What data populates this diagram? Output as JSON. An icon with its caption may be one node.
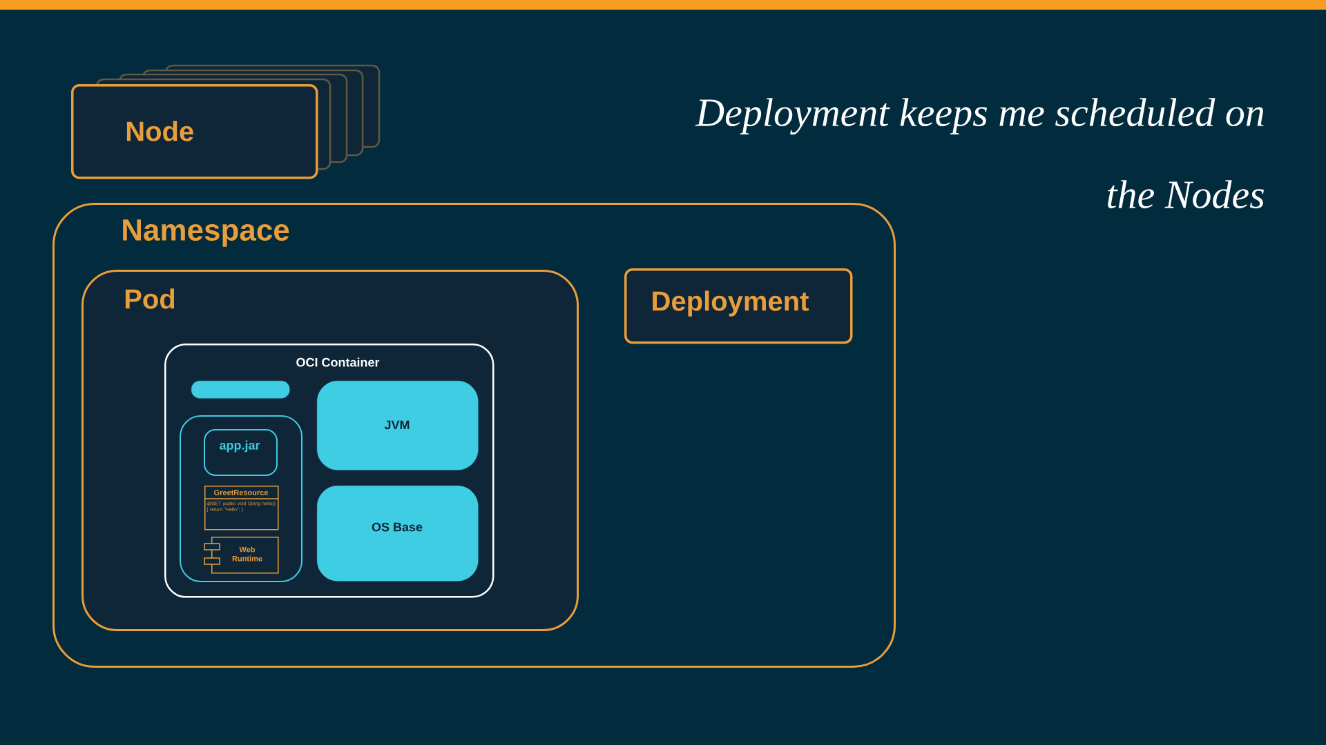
{
  "diagram": {
    "title": "Deployment keeps me scheduled on the Nodes",
    "nodes": [
      {
        "text": [
          "Node"
        ]
      },
      {
        "text": [
          "Namespace"
        ]
      },
      {
        "text": [
          "Pod"
        ],
        "in": 1
      },
      {
        "text": [
          "OCI Container"
        ],
        "in": 2
      },
      {
        "text": [],
        "shape": "bar",
        "in": 3
      },
      {
        "text": [],
        "shape": "box",
        "in": 3
      },
      {
        "text": [
          "app.jar"
        ],
        "in": 5
      },
      {
        "text": [
          "GreetResource",
          "@GET public void String hello() { return \"Hello\"; }"
        ],
        "in": 5
      },
      {
        "text": [
          "Web Runtime"
        ],
        "in": 5
      },
      {
        "text": [
          "JVM"
        ],
        "in": 3
      },
      {
        "text": [
          "OS Base"
        ],
        "in": 3
      },
      {
        "text": [
          "Deployment"
        ],
        "in": 1
      },
      {
        "text": [],
        "shape": "bar"
      }
    ]
  }
}
